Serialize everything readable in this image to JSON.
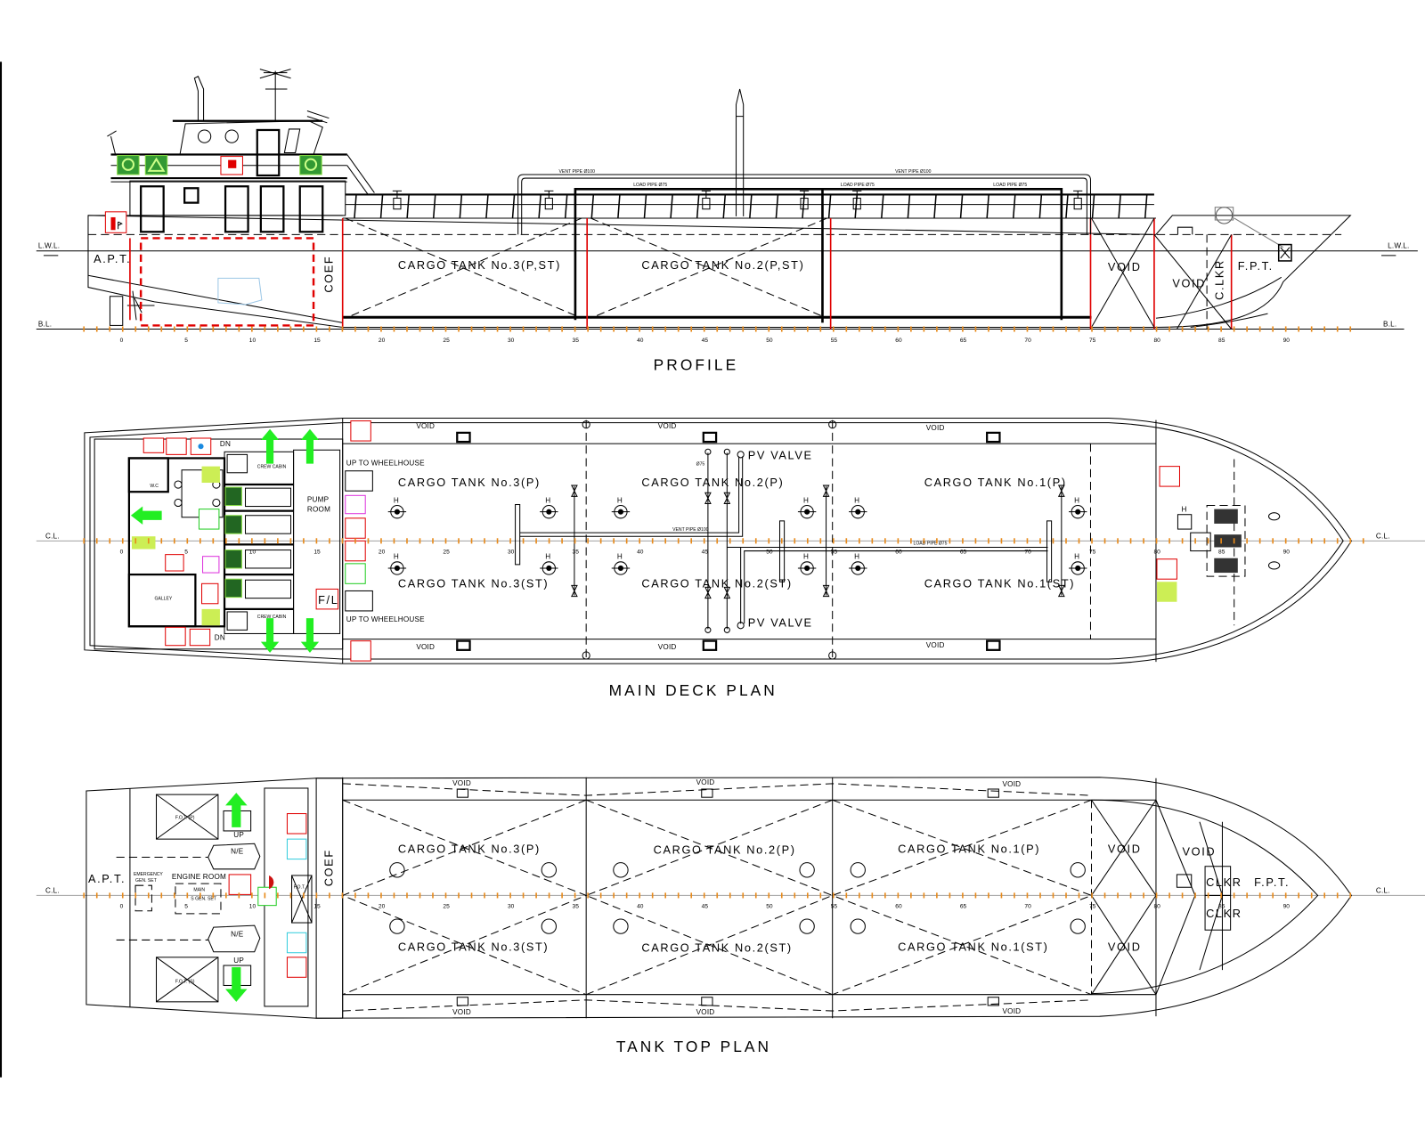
{
  "colors": {
    "line": "#000000",
    "bulkhead_red": "#e00000",
    "frame_tick": "#e88a1a",
    "centerline": "#a0a0a0",
    "safety_green": "#22ee22",
    "icon_bg_green": "#ccee55",
    "icon_red": "#e00000",
    "icon_magenta": "#dd33dd"
  },
  "frame_scale": {
    "labels": [
      "0",
      "5",
      "10",
      "15",
      "20",
      "25",
      "30",
      "35",
      "40",
      "45",
      "50",
      "55",
      "60",
      "65",
      "70",
      "75",
      "80",
      "85",
      "90"
    ]
  },
  "profile": {
    "title": "PROFILE",
    "lwl": "L.W.L.",
    "bl": "B.L.",
    "apt": "A.P.T.",
    "coef": "COEF",
    "tank3": "CARGO TANK No.3(P,ST)",
    "tank2": "CARGO TANK No.2(P,ST)",
    "void_a": "VOID",
    "void_b": "VOID",
    "clkr": "C.LKR",
    "fpt": "F.P.T.",
    "vent_pipe": "VENT PIPE Ø100",
    "load_pipe": "LOAD PIPE Ø75"
  },
  "main_deck": {
    "title": "MAIN DECK PLAN",
    "cl": "C.L.",
    "void": "VOID",
    "tank3_p": "CARGO TANK No.3(P)",
    "tank3_st": "CARGO TANK No.3(ST)",
    "tank2_p": "CARGO TANK No.2(P)",
    "tank2_st": "CARGO TANK No.2(ST)",
    "tank1_p": "CARGO TANK No.1(P)",
    "tank1_st": "CARGO TANK No.1(ST)",
    "pv_valve": "PV VALVE",
    "up_to_wheelhouse": "UP TO WHEELHOUSE",
    "pump_room_1": "PUMP",
    "pump_room_2": "ROOM",
    "fl": "F/L",
    "crew_cabin": "CREW CABIN",
    "wc": "W.C",
    "galley": "GALLEY",
    "dn": "DN",
    "hydrant": "H",
    "vent_pipe": "VENT PIPE Ø100",
    "load_pipe": "LOAD PIPE Ø75",
    "pipe_size": "Ø75"
  },
  "tank_top": {
    "title": "TANK TOP PLAN",
    "cl": "C.L.",
    "void": "VOID",
    "tank3_p": "CARGO TANK No.3(P)",
    "tank3_st": "CARGO TANK No.3(ST)",
    "tank2_p": "CARGO TANK No.2(P)",
    "tank2_st": "CARGO TANK No.2(ST)",
    "tank1_p": "CARGO TANK No.1(P)",
    "tank1_st": "CARGO TANK No.1(ST)",
    "clkr": "CLKR",
    "fpt": "F.P.T.",
    "apt": "A.P.T.",
    "emergency_1": "EMERGENCY",
    "emergency_2": "GEN. SET",
    "engine_room": "ENGINE ROOM",
    "main_gen_1": "MAIN",
    "main_gen_2": "S GEN. SET",
    "fot_p": "F.O.T. (P)",
    "fot_s": "F.O.T. (S)",
    "fot_c": "F.O.T.",
    "ne": "N/E",
    "up": "UP",
    "coef": "COEF"
  }
}
